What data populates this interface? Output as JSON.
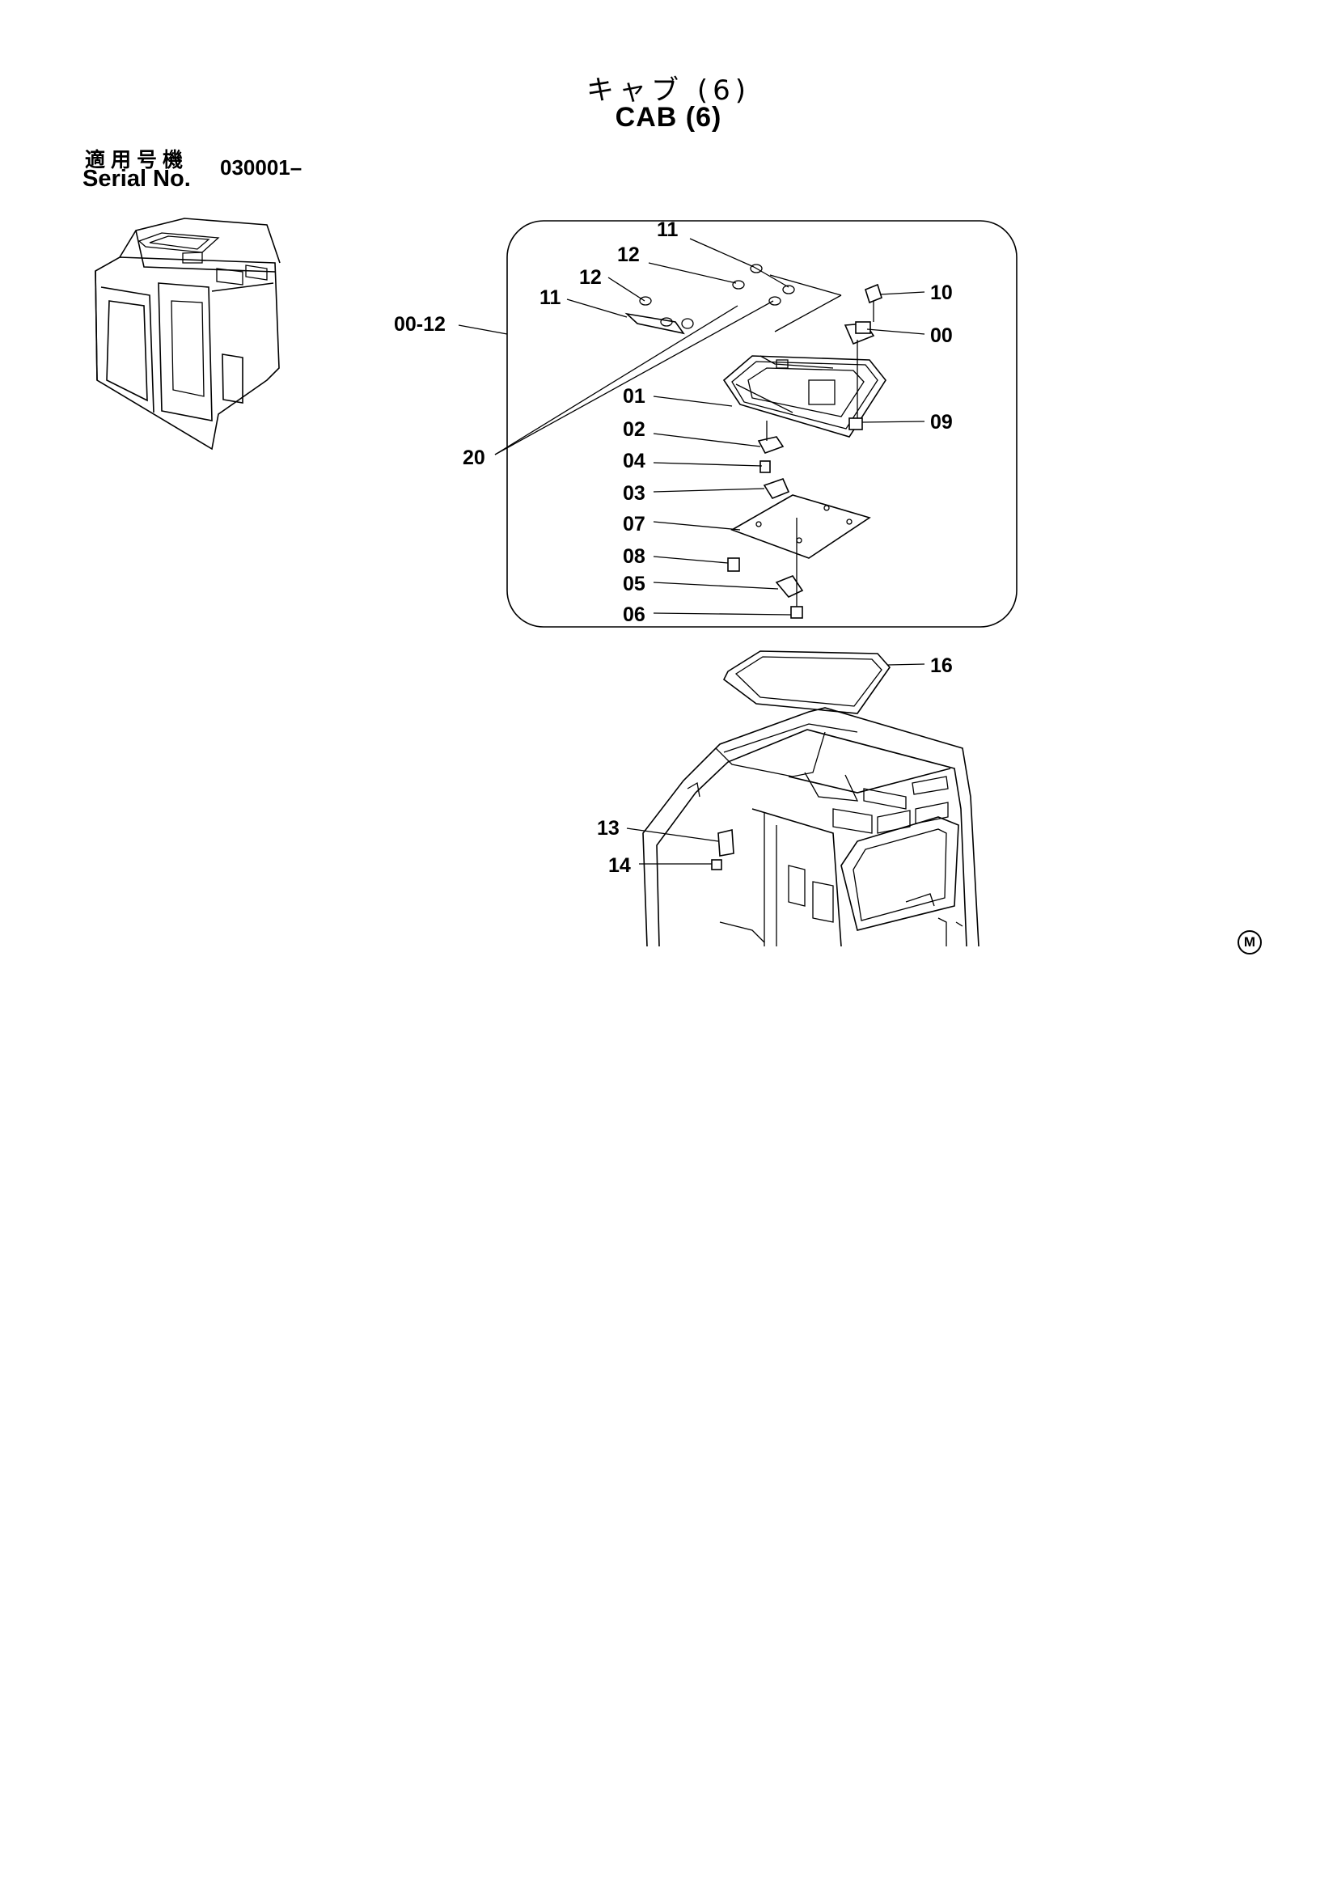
{
  "header": {
    "title_jp": "キャブ (6)",
    "title_en": "CAB (6)",
    "serial_label_jp": "適用号機",
    "serial_label_en": "Serial No.",
    "serial_value": "030001–"
  },
  "callouts": [
    "11",
    "12",
    "12",
    "11",
    "10",
    "00",
    "00-12",
    "01",
    "02",
    "04",
    "03",
    "07",
    "08",
    "05",
    "06",
    "09",
    "20",
    "16",
    "13",
    "14"
  ],
  "mark": "M"
}
